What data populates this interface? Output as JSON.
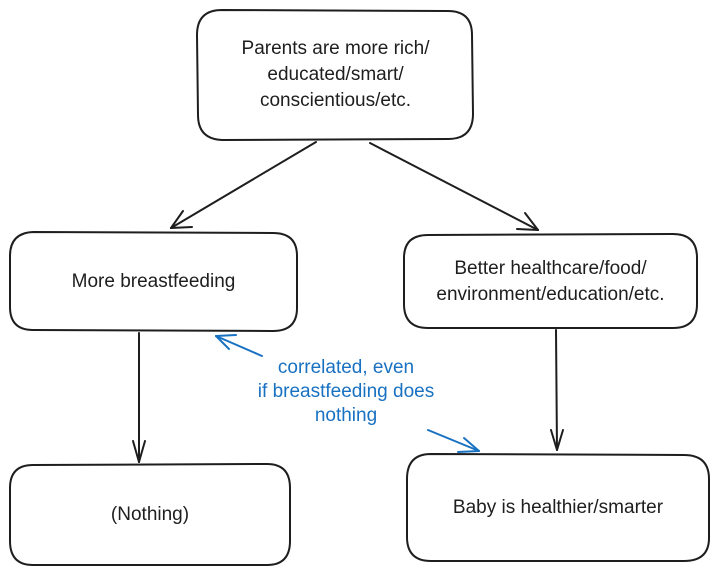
{
  "diagram": {
    "nodes": {
      "parents": "Parents are more rich/\neducated/smart/\nconscientious/etc.",
      "breastfeeding": "More breastfeeding",
      "healthcare": "Better healthcare/food/\nenvironment/education/etc.",
      "nothing": "(Nothing)",
      "baby": "Baby is healthier/smarter"
    },
    "annotation": "correlated, even\nif breastfeeding does\nnothing",
    "colors": {
      "stroke": "#1e1e1e",
      "annotation": "#1971c2",
      "background": "#ffffff"
    }
  }
}
